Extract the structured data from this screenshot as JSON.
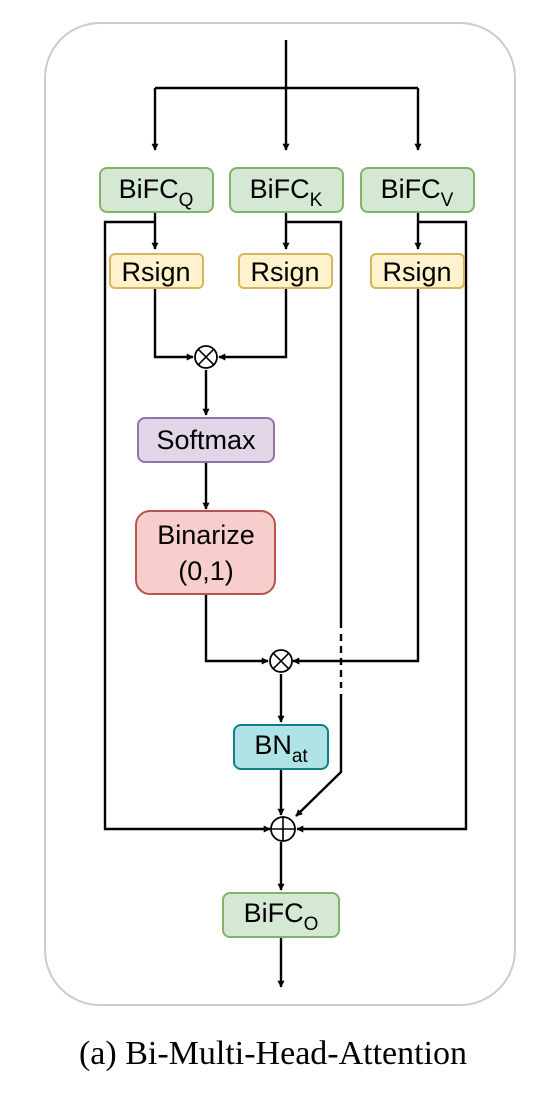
{
  "colors": {
    "bifc_fill": "#d5e8d4",
    "bifc_stroke": "#82b366",
    "rsign_fill": "#fff2cc",
    "rsign_stroke": "#d6b656",
    "softmax_fill": "#e1d5e7",
    "softmax_stroke": "#9673a6",
    "binarize_fill": "#f8cecc",
    "binarize_stroke": "#b85450",
    "bn_fill": "#b0e3e6",
    "bn_stroke": "#0e8088",
    "frame_stroke": "#cccccc"
  },
  "nodes": {
    "bifc_q": {
      "main": "BiFC",
      "sub": "Q"
    },
    "bifc_k": {
      "main": "BiFC",
      "sub": "K"
    },
    "bifc_v": {
      "main": "BiFC",
      "sub": "V"
    },
    "rsign_q": {
      "label": "Rsign"
    },
    "rsign_k": {
      "label": "Rsign"
    },
    "rsign_v": {
      "label": "Rsign"
    },
    "softmax": {
      "label": "Softmax"
    },
    "binarize": {
      "line1": "Binarize",
      "line2": "(0,1)"
    },
    "bn_at": {
      "main": "BN",
      "sub": "at"
    },
    "bifc_o": {
      "main": "BiFC",
      "sub": "O"
    }
  },
  "caption": "(a) Bi-Multi-Head-Attention"
}
